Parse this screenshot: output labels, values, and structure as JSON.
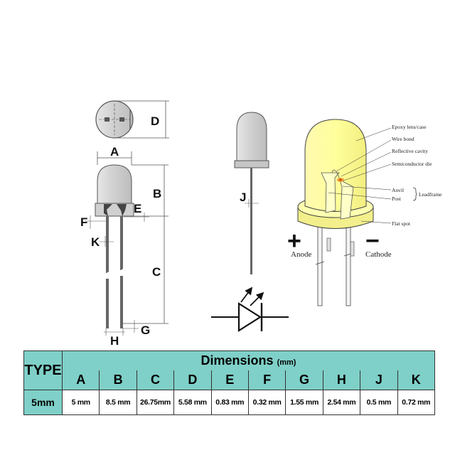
{
  "dimension_labels": {
    "A": "A",
    "B": "B",
    "C": "C",
    "D": "D",
    "E": "E",
    "F": "F",
    "G": "G",
    "H": "H",
    "J": "J",
    "K": "K"
  },
  "polarity": {
    "plus": "+",
    "minus": "−",
    "anode": "Anode",
    "cathode": "Cathode"
  },
  "callouts": {
    "epoxy": "Epoxy lens/case",
    "wire_bond": "Wire bond",
    "reflective": "Reflective cavity",
    "die": "Semiconductor die",
    "anvil": "Anvil",
    "post": "Post",
    "leadframe": "Leadframe",
    "flat_spot": "Flat spot"
  },
  "table": {
    "type_header": "TYPE",
    "dimensions_title": "Dimensions",
    "unit": "(mm)",
    "columns": [
      "A",
      "B",
      "C",
      "D",
      "E",
      "F",
      "G",
      "H",
      "J",
      "K"
    ],
    "row": {
      "type": "5mm",
      "values": [
        "5 mm",
        "8.5 mm",
        "26.75mm",
        "5.58 mm",
        "0.83 mm",
        "0.32 mm",
        "1.55 mm",
        "2.54 mm",
        "0.5 mm",
        "0.72 mm"
      ]
    }
  },
  "colors": {
    "table_header": "#7fd0c8",
    "led_lens": "#ffffa0",
    "led_body_gray": "#c8c8c8"
  }
}
